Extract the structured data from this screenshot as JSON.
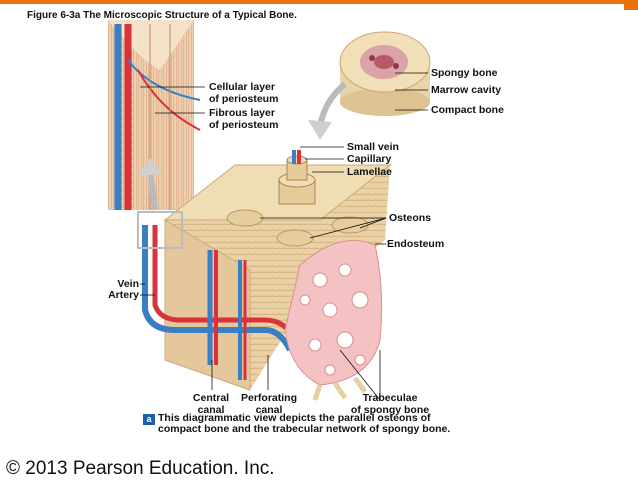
{
  "figure_title": "Figure 6-3a  The Microscopic Structure of a Typical Bone.",
  "labels": {
    "cellular_layer": "Cellular layer\nof periosteum",
    "fibrous_layer": "Fibrous layer\nof periosteum",
    "spongy_bone": "Spongy bone",
    "marrow_cavity": "Marrow cavity",
    "compact_bone": "Compact bone",
    "small_vein": "Small vein",
    "capillary": "Capillary",
    "lamellae": "Lamellae",
    "osteons": "Osteons",
    "endosteum": "Endosteum",
    "vein": "Vein",
    "artery": "Artery",
    "central_canal": "Central\ncanal",
    "perforating_canal": "Perforating\ncanal",
    "trabeculae": "Trabeculae\nof spongy bone"
  },
  "caption_badge": "a",
  "caption": "This diagrammatic view depicts the parallel osteons of compact bone and the trabecular network of spongy bone.",
  "copyright": "© 2013 Pearson Education. Inc.",
  "colors": {
    "accent": "#e8720c",
    "vein": "#3a7fc4",
    "artery": "#d9323a",
    "bone": "#e9d2a6",
    "spongy": "#f2b4b4"
  }
}
